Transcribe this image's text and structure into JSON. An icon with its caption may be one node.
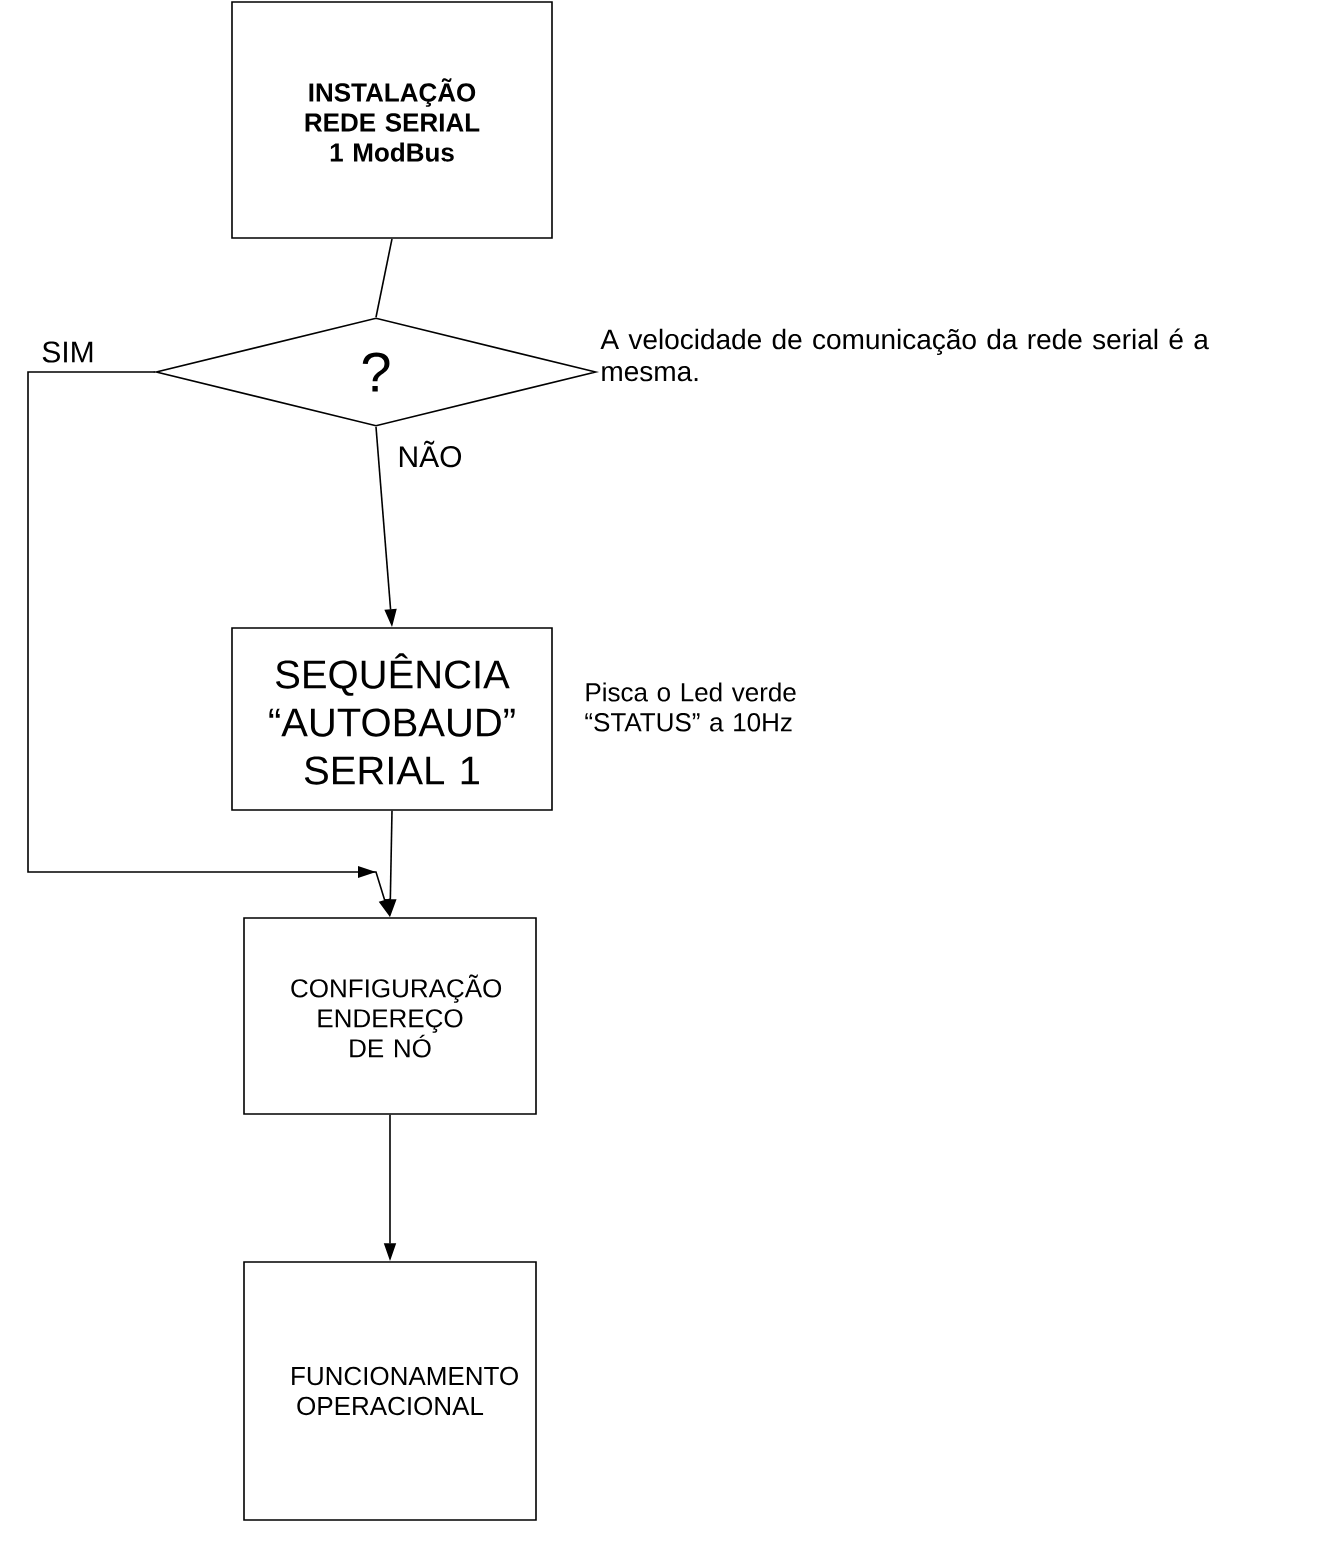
{
  "diagram": {
    "nodes": [
      {
        "text": [
          "INSTALAÇÃO REDE SERIAL 1 ModBus"
        ]
      },
      {
        "text": [
          "?"
        ],
        "beside": [
          "A velocidade de comunicação da rede serial é a mesma."
        ]
      },
      {
        "text": [
          "SEQUÊNCIA “AUTOBAUD” SERIAL 1"
        ],
        "beside": [
          "Pisca o Led verde “STATUS” a 10Hz"
        ]
      },
      {
        "text": [
          "CONFIGURAÇÃO ENDEREÇO DE NÓ"
        ]
      },
      {
        "text": [
          "FUNCIONAMENTO OPERACIONAL"
        ]
      }
    ],
    "edges": [
      {
        "from": 0,
        "to": 1,
        "arrow": "none"
      },
      {
        "from": 1,
        "to": 2,
        "arrow": "to",
        "label": "NÃO"
      },
      {
        "from": 1,
        "to": 3,
        "arrow": "to",
        "label": "SIM"
      },
      {
        "from": 2,
        "to": 3,
        "arrow": "to"
      },
      {
        "from": 3,
        "to": 4,
        "arrow": "to"
      }
    ]
  }
}
